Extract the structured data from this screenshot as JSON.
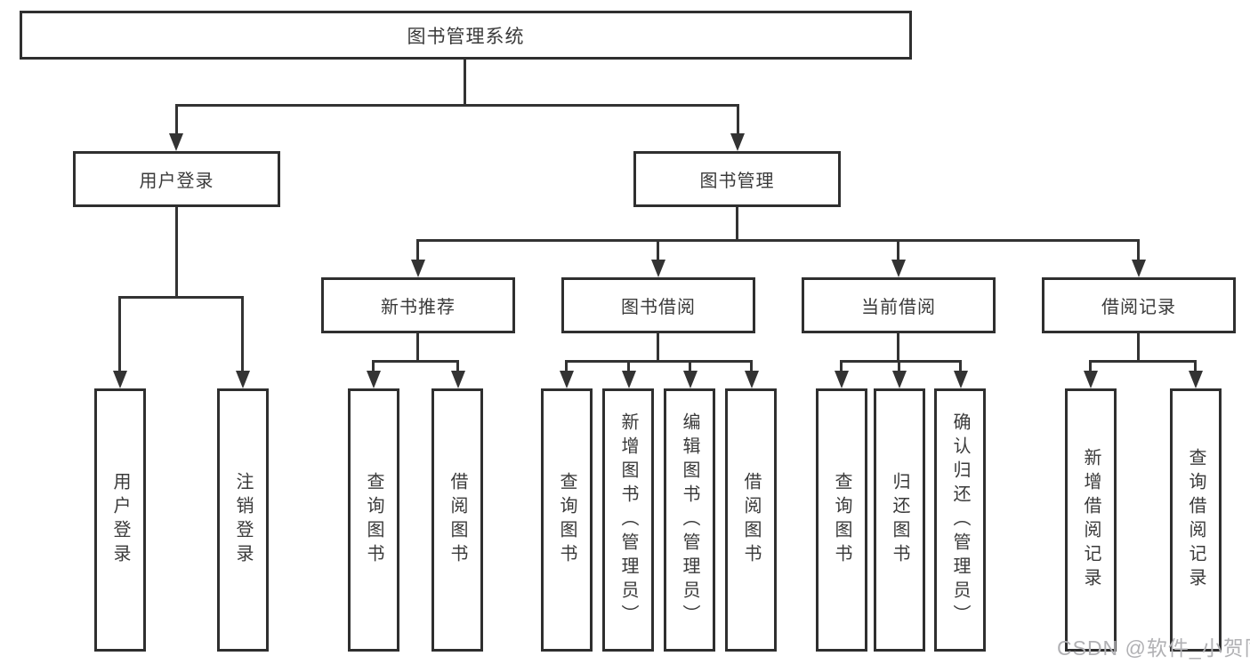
{
  "tree": {
    "label": "图书管理系统",
    "children": [
      {
        "label": "用户登录",
        "children": [
          {
            "label": "用户登录"
          },
          {
            "label": "注销登录"
          }
        ]
      },
      {
        "label": "图书管理",
        "children": [
          {
            "label": "新书推荐",
            "children": [
              {
                "label": "查询图书"
              },
              {
                "label": "借阅图书"
              }
            ]
          },
          {
            "label": "图书借阅",
            "children": [
              {
                "label": "查询图书"
              },
              {
                "label": "新增图书（管理员）"
              },
              {
                "label": "编辑图书（管理员）"
              },
              {
                "label": "借阅图书"
              }
            ]
          },
          {
            "label": "当前借阅",
            "children": [
              {
                "label": "查询图书"
              },
              {
                "label": "归还图书"
              },
              {
                "label": "确认归还（管理员）"
              }
            ]
          },
          {
            "label": "借阅记录",
            "children": [
              {
                "label": "新增借阅记录"
              },
              {
                "label": "查询借阅记录"
              }
            ]
          }
        ]
      }
    ]
  },
  "watermark": "CSDN @软件_小贺同学",
  "colors": {
    "line": "#333333",
    "box_border": "#2f2f2f",
    "text": "#3a3a3a",
    "background": "#ffffff",
    "watermark": "#b1b1b4"
  }
}
